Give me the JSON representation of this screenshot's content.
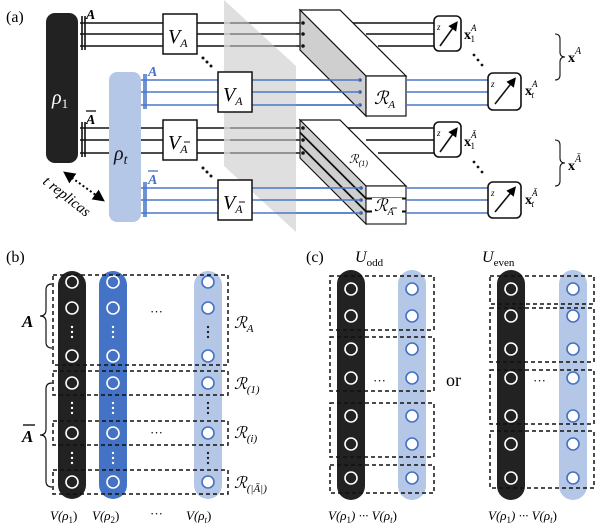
{
  "colors": {
    "black_register": "#222222",
    "blue_dark": "#4472c4",
    "blue_light": "#b4c7e7",
    "wire_blue": "#4a78c8",
    "plane_gray": "#d9d9d9",
    "block_side_gray": "#cfcfcf"
  },
  "panel_a": {
    "label": "(a)",
    "rho_1": "ρ",
    "rho_1_sub": "1",
    "rho_t": "ρ",
    "rho_t_sub": "t",
    "subsystem_A": "A",
    "subsystem_Abar": "A",
    "replicas_label": "t replicas",
    "unitary_A": "V",
    "unitary_A_sub": "A",
    "unitary_Abar": "V",
    "unitary_Abar_sub": "A",
    "block_RA": "ℛ",
    "block_RA_sub": "A",
    "block_R1": "ℛ",
    "block_R1_sub": "(1)",
    "block_RAbar": "ℛ",
    "block_RAbar_sub": "A",
    "meter_basis": "z",
    "outcomes": {
      "x1A": {
        "base": "x",
        "sub": "1",
        "sup": "A"
      },
      "xtA": {
        "base": "x",
        "sub": "t",
        "sup": "A"
      },
      "x1Abar": {
        "base": "x",
        "sub": "1",
        "sup": "Ā"
      },
      "xtAbar": {
        "base": "x",
        "sub": "t",
        "sup": "Ā"
      }
    },
    "group_A": {
      "base": "x",
      "sup": "A"
    },
    "group_Abar": {
      "base": "x",
      "sup": "Ā"
    }
  },
  "panel_b": {
    "label": "(b)",
    "brace_A": "A",
    "brace_Abar": "A",
    "dots_h": "···",
    "blocks": [
      {
        "name": "ℛ",
        "sub": "A"
      },
      {
        "name": "ℛ",
        "sub": "(1)"
      },
      {
        "name": "ℛ",
        "sub": "(i)"
      },
      {
        "name": "ℛ",
        "sub": "(|Ā|)"
      }
    ],
    "columns": [
      "V(ρ",
      "V(ρ",
      "V(ρ"
    ],
    "column_labels": [
      {
        "prefix": "V(ρ",
        "sub": "1",
        "suffix": ")"
      },
      {
        "prefix": "V(ρ",
        "sub": "2",
        "suffix": ")"
      },
      {
        "prefix": "V(ρ",
        "sub": "t",
        "suffix": ")"
      }
    ],
    "column_sep": "···"
  },
  "panel_c": {
    "label": "(c)",
    "left_title": "U",
    "left_title_sub": "odd",
    "right_title": "U",
    "right_title_sub": "even",
    "or_label": "or",
    "dots_h": "···",
    "bottom_label": {
      "left": "V(ρ",
      "left_sub": "1",
      "mid": ") ··· V(ρ",
      "right_sub": "t",
      "end": ")"
    }
  }
}
